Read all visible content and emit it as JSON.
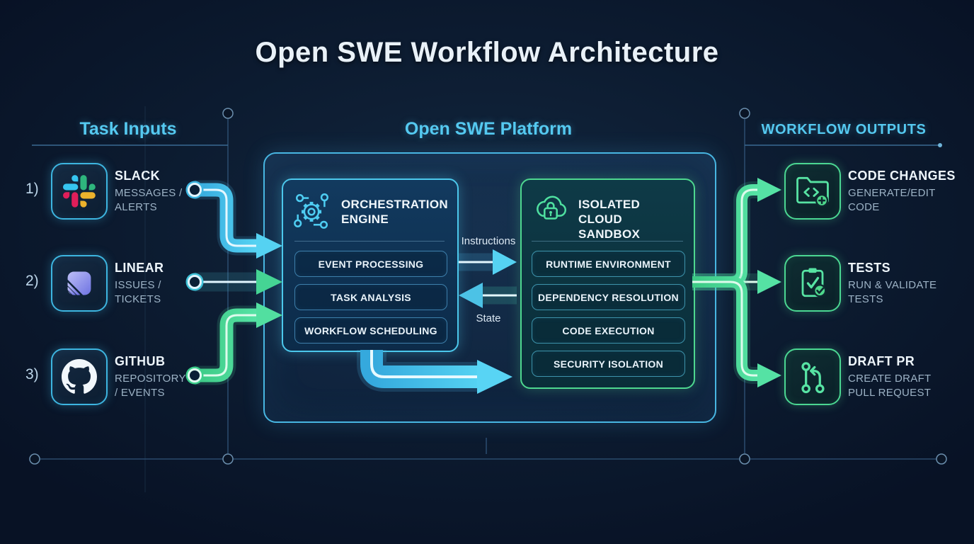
{
  "title": "Open SWE Workflow Architecture",
  "inputs": {
    "header": "Task Inputs",
    "items": [
      {
        "number": "1)",
        "name": "SLACK",
        "desc": "MESSAGES / ALERTS",
        "icon": "slack-icon"
      },
      {
        "number": "2)",
        "name": "LINEAR",
        "desc": "ISSUES / TICKETS",
        "icon": "linear-icon"
      },
      {
        "number": "3)",
        "name": "GITHUB",
        "desc": "REPOSITORY / EVENTS",
        "icon": "github-icon"
      }
    ]
  },
  "platform": {
    "header": "Open SWE Platform",
    "orchestration": {
      "title": "ORCHESTRATION ENGINE",
      "icon": "gear-circuit-icon",
      "items": [
        "EVENT PROCESSING",
        "TASK ANALYSIS",
        "WORKFLOW SCHEDULING"
      ]
    },
    "sandbox": {
      "title": "ISOLATED CLOUD SANDBOX",
      "icon": "cloud-lock-icon",
      "items": [
        "RUNTIME ENVIRONMENT",
        "DEPENDENCY RESOLUTION",
        "CODE EXECUTION",
        "SECURITY ISOLATION"
      ]
    },
    "flow": {
      "to_sandbox": "Instructions",
      "to_engine": "State"
    }
  },
  "outputs": {
    "header": "WORKFLOW OUTPUTS",
    "items": [
      {
        "name": "CODE CHANGES",
        "desc": "GENERATE/EDIT CODE",
        "icon": "folder-code-icon"
      },
      {
        "name": "TESTS",
        "desc": "RUN & VALIDATE TESTS",
        "icon": "clipboard-check-icon"
      },
      {
        "name": "DRAFT PR",
        "desc": "CREATE DRAFT PULL REQUEST",
        "icon": "pull-request-icon"
      }
    ]
  },
  "colors": {
    "background": "#0c1b30",
    "accent_cyan": "#55c9f0",
    "accent_green": "#4ed78f",
    "text_primary": "#eef6fc",
    "text_secondary": "#9db3c6",
    "arrow_cyan": "#45c2ea",
    "arrow_green": "#49d796",
    "slack_blue": "#36C5F0",
    "slack_green": "#2EB67D",
    "slack_yellow": "#ECB22C",
    "slack_red": "#E01E5A",
    "linear_purple": "#8b8ff0"
  }
}
